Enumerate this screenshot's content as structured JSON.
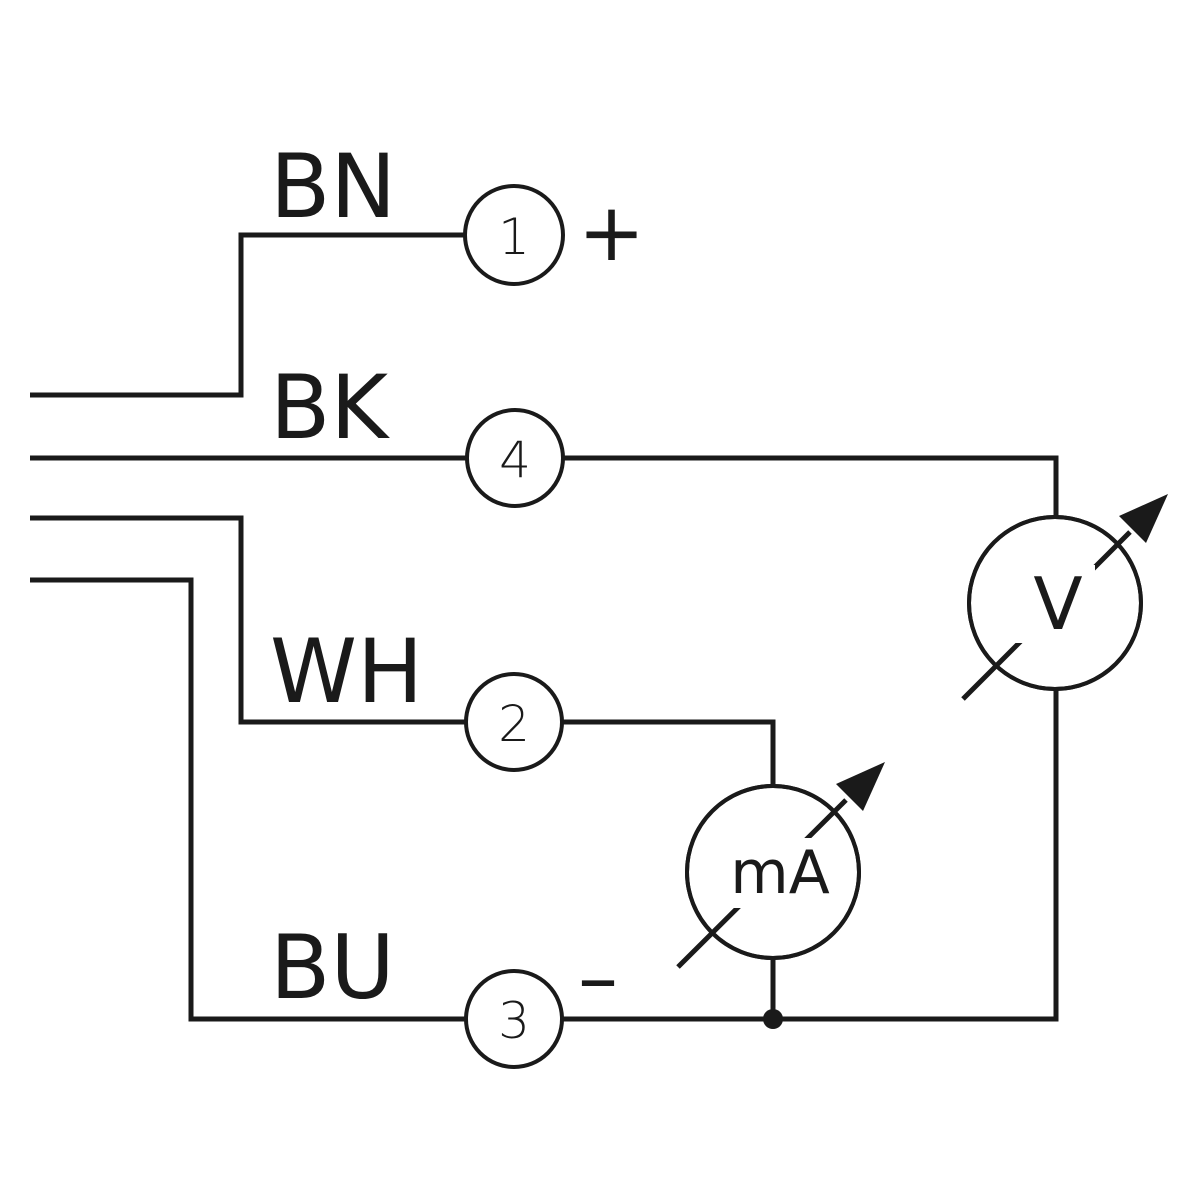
{
  "wires": {
    "brown": {
      "label": "BN",
      "terminal": "1",
      "sign": "+"
    },
    "black": {
      "label": "BK",
      "terminal": "4"
    },
    "white": {
      "label": "WH",
      "terminal": "2"
    },
    "blue": {
      "label": "BU",
      "terminal": "3",
      "sign": "–"
    }
  },
  "meters": {
    "current": {
      "label": "mA"
    },
    "voltage": {
      "label": "V"
    }
  },
  "colors": {
    "line": "#1a1a1a",
    "background": "#ffffff"
  }
}
